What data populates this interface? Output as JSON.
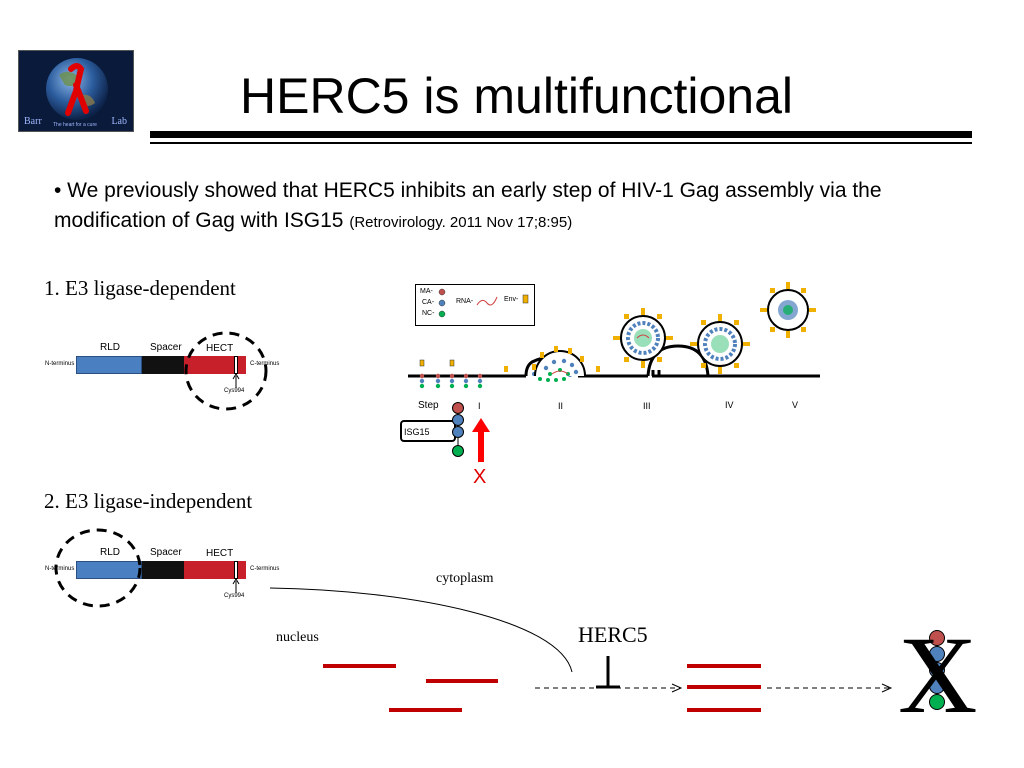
{
  "logo": {
    "left_text": "Barr",
    "right_text": "Lab",
    "tagline": "The heart for a cure"
  },
  "slide": {
    "title": "HERC5 is multifunctional",
    "bullet": "• We previously showed that HERC5 inhibits an early step of HIV-1 Gag assembly via the modification of Gag with ISG15",
    "reference": "(Retrovirology. 2011 Nov 17;8:95)"
  },
  "section1": {
    "heading": "1.  E3 ligase-dependent",
    "domains": {
      "rld": "RLD",
      "spacer": "Spacer",
      "hect": "HECT"
    },
    "n_terminus": "N-terminus",
    "c_terminus": "C-terminus",
    "cys": "Cys994"
  },
  "assembly": {
    "legend": {
      "ma": "MA-",
      "ca": "CA-",
      "nc": "NC-",
      "rna": "RNA-",
      "env": "Env-"
    },
    "step_label": "Step",
    "steps": [
      "I",
      "II",
      "III",
      "IV",
      "V"
    ],
    "isg15": "ISG15",
    "block": "X"
  },
  "section2": {
    "heading": "2.  E3 ligase-independent",
    "domains": {
      "rld": "RLD",
      "spacer": "Spacer",
      "hect": "HECT"
    },
    "n_terminus": "N-terminus",
    "c_terminus": "C-terminus",
    "cys": "Cys994",
    "cytoplasm": "cytoplasm",
    "nucleus": "nucleus",
    "herc5": "HERC5",
    "block": "X"
  },
  "colors": {
    "rld": "#4a7fc1",
    "spacer": "#111111",
    "hect": "#c8202a",
    "mrna": "#c00000",
    "ma": "#c0504d",
    "ca": "#4f81bd",
    "nc": "#00b050",
    "env": "#f0b000",
    "arrow_red": "#ff0000"
  }
}
